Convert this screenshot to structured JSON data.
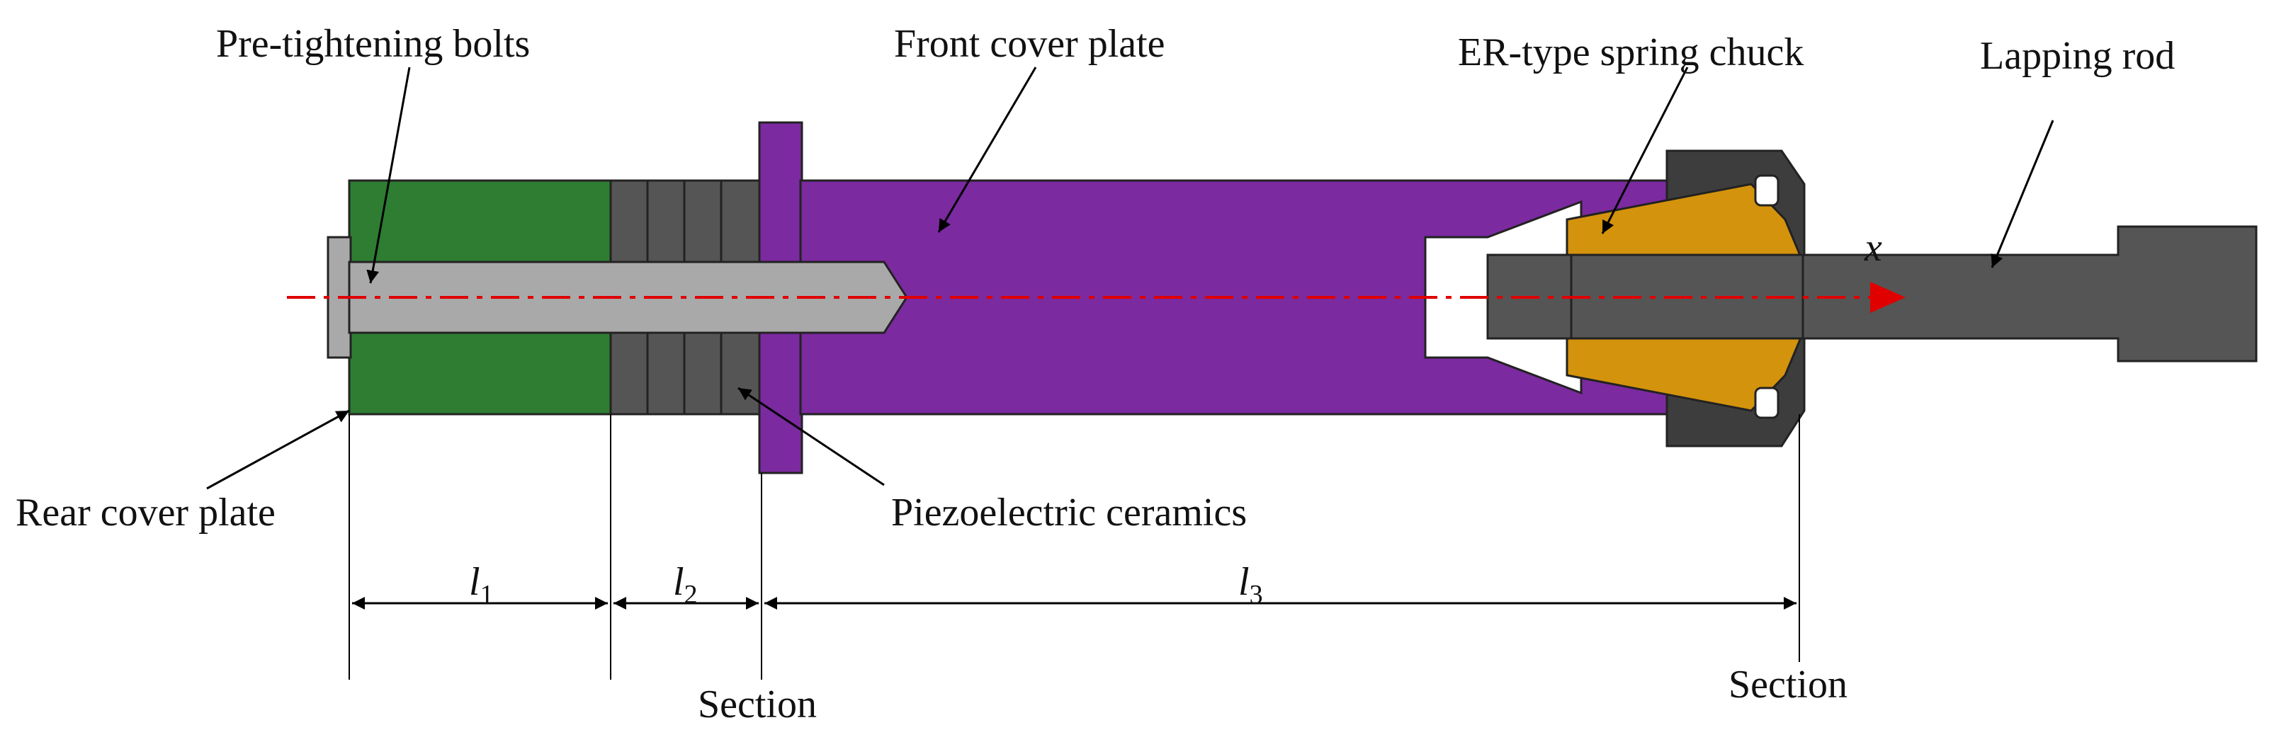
{
  "labels": {
    "pre_tightening_bolts": "Pre-tightening bolts",
    "front_cover_plate": "Front cover plate",
    "er_spring_chuck": "ER-type spring chuck",
    "lapping_rod": "Lapping rod",
    "rear_cover_plate": "Rear cover plate",
    "piezoelectric_ceramics": "Piezoelectric ceramics",
    "section_left": "Section",
    "section_right": "Section",
    "axis": "x"
  },
  "dimensions": {
    "l1": {
      "symbol": "l",
      "sub": "1"
    },
    "l2": {
      "symbol": "l",
      "sub": "2"
    },
    "l3": {
      "symbol": "l",
      "sub": "3"
    }
  },
  "colors": {
    "rear_plate": "#2e7d32",
    "ceramics": "#555555",
    "front_plate": "#7b2aa0",
    "bolt": "#a9a9a9",
    "chuck": "#d4930c",
    "nut": "#3d3d3d",
    "rod": "#555555",
    "axis_line": "#e00000"
  }
}
